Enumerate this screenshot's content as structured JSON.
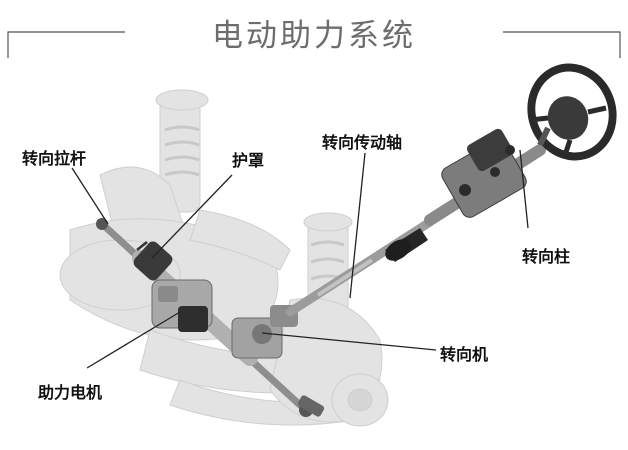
{
  "title": "电动助力系统",
  "labels": {
    "tie_rod": "转向拉杆",
    "boot": "护罩",
    "intermediate_shaft": "转向传动轴",
    "steering_column": "转向柱",
    "steering_gear": "转向机",
    "assist_motor": "助力电机"
  },
  "colors": {
    "title_line": "#555555",
    "ghost_parts": "#dcdcdc",
    "metal": "#9a9a9a",
    "dark_parts": "#2b2b2b",
    "leader_lines": "#222222"
  }
}
